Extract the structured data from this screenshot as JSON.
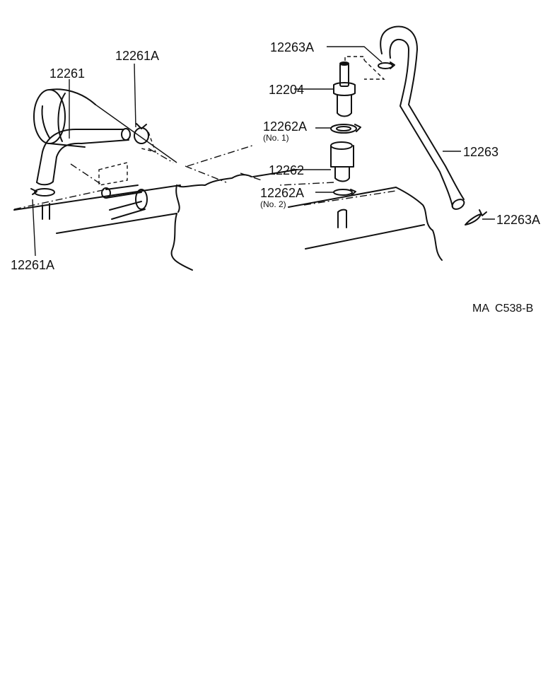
{
  "labels": {
    "part_12261": "12261",
    "part_12261A_top": "12261A",
    "part_12261A_bottom": "12261A",
    "part_12263A_top": "12263A",
    "part_12204": "12204",
    "part_12262A_no1": "12262A",
    "part_12262A_no1_sub": "(No. 1)",
    "part_12262": "12262",
    "part_12262A_no2": "12262A",
    "part_12262A_no2_sub": "(No. 2)",
    "part_12263": "12263",
    "part_12263A_right": "12263A"
  },
  "figure_code": "MA  C538-B"
}
